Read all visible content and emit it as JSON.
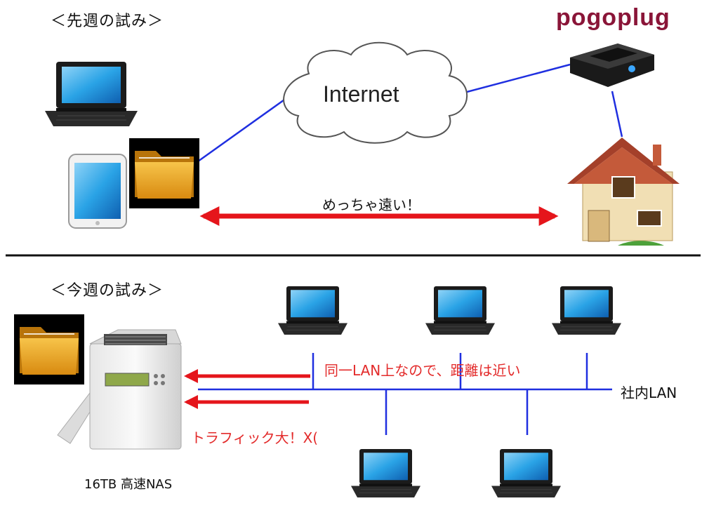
{
  "top_section": {
    "title": "＜先週の試み＞",
    "logo_text": "pogoplug",
    "cloud_label": "Internet",
    "arrow_label": "めっちゃ遠い！"
  },
  "bottom_section": {
    "title": "＜今週の試み＞",
    "proximity_label": "同一LAN上なので、距離は近い",
    "lan_label": "社内LAN",
    "traffic_label": "トラフィック大！X(",
    "nas_label": "16TB 高速NAS"
  },
  "colors": {
    "link_line": "#1f2fe0",
    "arrow_red": "#e5151b",
    "text_red": "#e32b2b",
    "folder_gold": "#e8a524",
    "divider": "#111111"
  }
}
